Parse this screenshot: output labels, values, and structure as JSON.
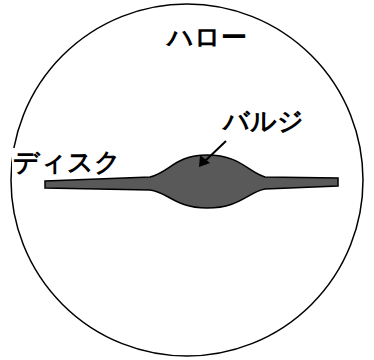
{
  "diagram": {
    "nodes": [
      {
        "text": [
          "ハロー"
        ]
      }
    ],
    "labels": [
      "ディスク",
      "バルジ"
    ]
  }
}
